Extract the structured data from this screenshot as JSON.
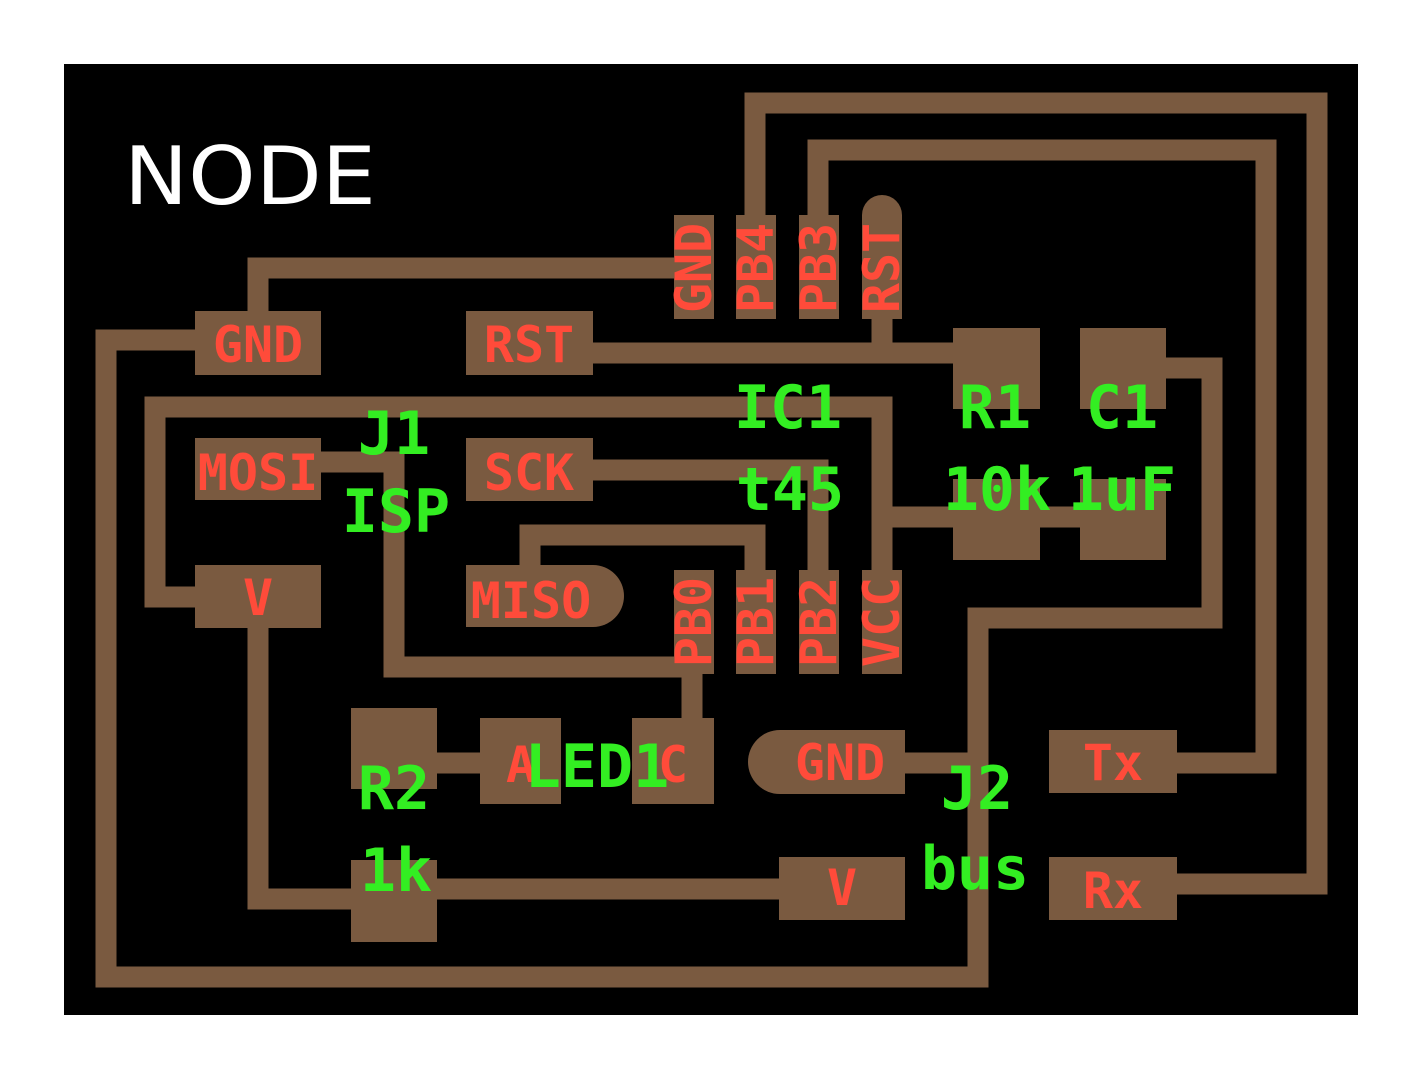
{
  "board": {
    "title": "NODE",
    "colors": {
      "background": "#000000",
      "copper": "#7a5a40",
      "pad_text": "#ff4b3a",
      "part_text": "#33ee22",
      "title_text": "#ffffff"
    }
  },
  "pads": {
    "j1_gnd": "GND",
    "j1_rst": "RST",
    "j1_mosi": "MOSI",
    "j1_sck": "SCK",
    "j1_v": "V",
    "j1_miso": "MISO",
    "ic_gnd": "GND",
    "ic_pb4": "PB4",
    "ic_pb3": "PB3",
    "ic_rst": "RST",
    "ic_pb0": "PB0",
    "ic_pb1": "PB1",
    "ic_pb2": "PB2",
    "ic_vcc": "VCC",
    "led_a": "A",
    "led_c": "C",
    "j2_gnd": "GND",
    "j2_v": "V",
    "j2_tx": "Tx",
    "j2_rx": "Rx"
  },
  "parts": {
    "j1_ref": "J1",
    "j1_value": "ISP",
    "ic1_ref": "IC1",
    "ic1_value": "t45",
    "r1_ref": "R1",
    "r1_value": "10k",
    "c1_ref": "C1",
    "c1_value": "1uF",
    "r2_ref": "R2",
    "r2_value": "1k",
    "led_ref": "LED1",
    "j2_ref": "J2",
    "j2_value": "bus"
  }
}
